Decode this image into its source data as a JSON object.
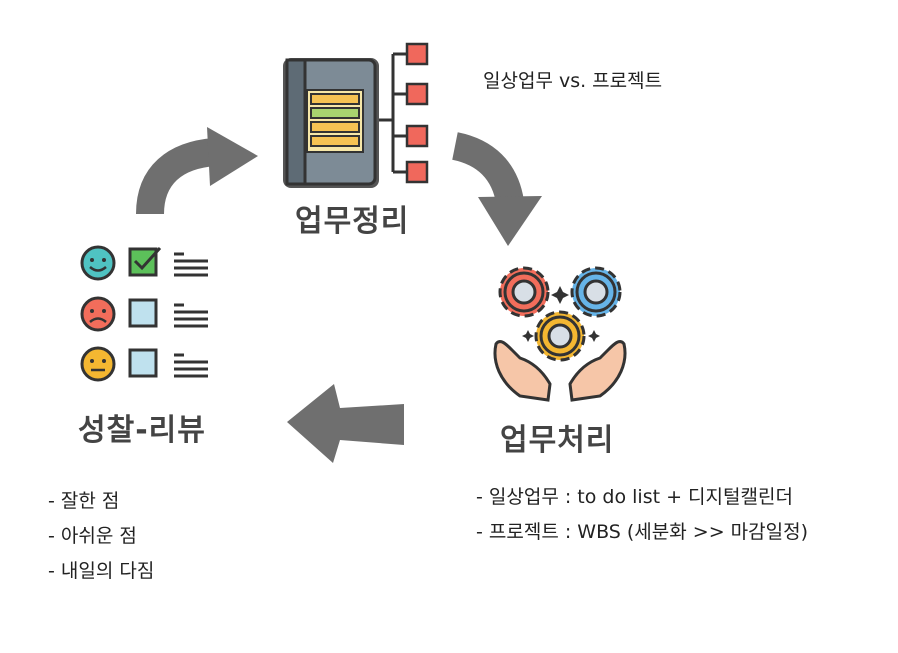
{
  "organize": {
    "title": "업무정리",
    "note": "일상업무 vs. 프로젝트"
  },
  "process": {
    "title": "업무처리",
    "items": [
      "- 일상업무 : to do list + 디지털캘린더",
      "- 프로젝트 : WBS (세분화 >> 마감일정)"
    ]
  },
  "review": {
    "title": "성찰-리뷰",
    "items": [
      "- 잘한 점",
      "- 아쉬운 점",
      "- 내일의 다짐"
    ]
  },
  "colors": {
    "arrow": "#6f6f6f",
    "book_cover": "#7d8b96",
    "book_accent": "#f5c253",
    "node_red": "#f0685c",
    "gear_red": "#f26d5b",
    "gear_blue": "#66b4e8",
    "gear_yellow": "#f4b731",
    "hand": "#f6c6a8",
    "face_green": "#4fc3c2",
    "face_red": "#f26d5b",
    "face_yellow": "#f4b731",
    "check_green": "#5cc05a",
    "box_blue": "#bfe1ee"
  }
}
